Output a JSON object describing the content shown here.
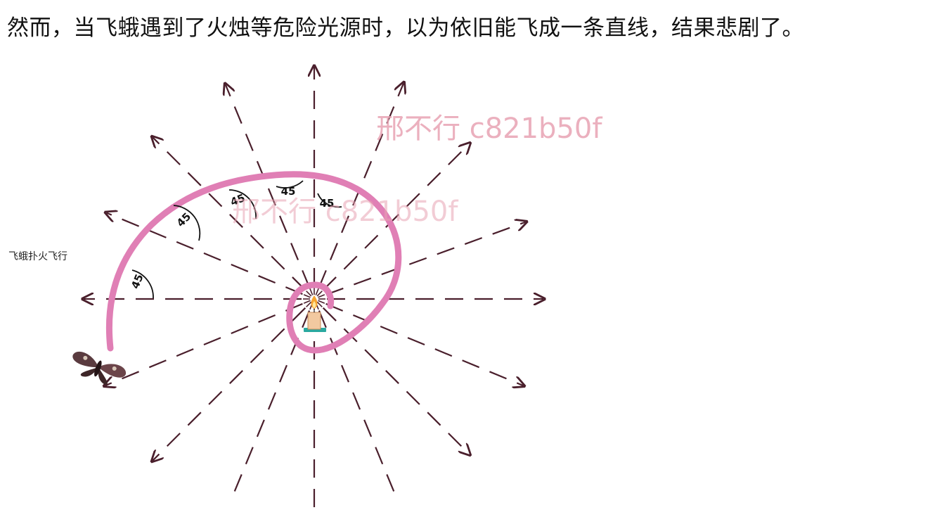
{
  "caption": "然而，当飞蛾遇到了火烛等危险光源时，以为依旧能飞成一条直线，结果悲剧了。",
  "side_label": "飞蛾扑火飞行",
  "watermarks": [
    "邢不行 c821b50f",
    "邢不行 c821b50f"
  ],
  "angle_labels": [
    "45",
    "45",
    "45",
    "45",
    "45"
  ],
  "colors": {
    "spiral": "#e07fb5",
    "rays": "#4a1f2c",
    "watermark": "#e8a3b3",
    "candle_body": "#f2c9a0",
    "candle_flame": "#f7a531",
    "candle_base": "#2aa9a0"
  },
  "icons": {
    "light_source": "candle-icon",
    "insect": "moth-icon"
  }
}
